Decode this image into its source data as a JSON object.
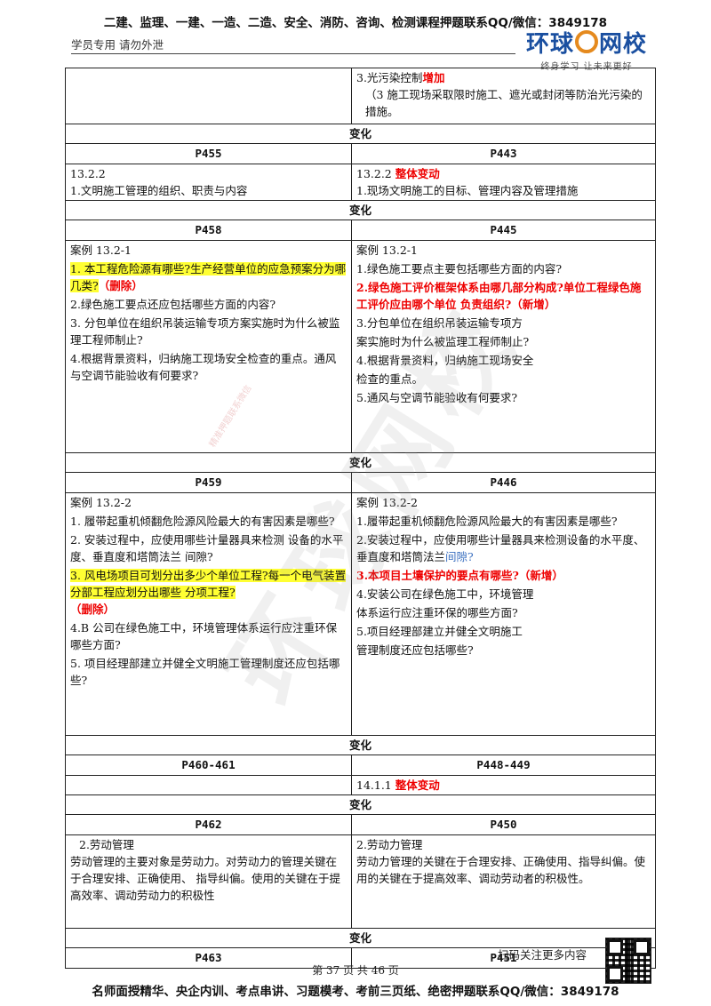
{
  "top_banner": "二建、监理、一建、一造、二造、安全、消防、咨询、检测课程押题联系QQ/微信：3849178",
  "subheader": "学员专用 请勿外泄",
  "logo": {
    "text_a": "环球",
    "text_b": "网校",
    "slogan": "终身学习 让未来更好"
  },
  "watermark": {
    "big": "环球网校",
    "small": "精准押题联系微信"
  },
  "row0": {
    "right_title": "3.光污染控制",
    "right_tag": "增加",
    "right_body": "（3 施工现场采取限时施工、遮光或封闭等防治光污染的措施。"
  },
  "change_label": "变化",
  "b1": {
    "left_page": "P455",
    "right_page": "P443",
    "left_l1": "13.2.2",
    "left_l2": "1.文明施工管理的组织、职责与内容",
    "right_l1": "13.2.2",
    "right_tag": "整体变动",
    "right_l2": "1.现场文明施工的目标、管理内容及管理措施"
  },
  "b2": {
    "left_page": "P458",
    "right_page": "P445",
    "left_case": "案例 13.2-1",
    "left_q1": "1. 本工程危险源有哪些?生产经营单位的应急预案分为哪几类?",
    "left_q1_tag": "（删除）",
    "left_q2": "2.绿色施工要点还应包括哪些方面的内容?",
    "left_q3": "3. 分包单位在组织吊装运输专项方案实施时为什么被监理工程师制止?",
    "left_q4": "4.根据背景资料，归纳施工现场安全检查的重点。通风与空调节能验收有何要求?",
    "right_case": "案例 13.2-1",
    "right_q1": "1.绿色施工要点主要包括哪些方面的内容?",
    "right_q2": "2.绿色施工评价框架体系由哪几部分构成?单位工程绿色施工评价应由哪个单位 负责组织?",
    "right_q2_tag": "（新增）",
    "right_q3a": "3.分包单位在组织吊装运输专项方",
    "right_q3b": "案实施时为什么被监理工程师制止?",
    "right_q4a": "4.根据背景资料，归纳施工现场安全",
    "right_q4b": "检查的重点。",
    "right_q5": "5.通风与空调节能验收有何要求?"
  },
  "b3": {
    "left_page": "P459",
    "right_page": "P446",
    "left_case": "案例 13.2-2",
    "left_q1": "1. 履带起重机倾翻危险源风险最大的有害因素是哪些?",
    "left_q2": "2. 安装过程中，应使用哪些计量器具来检测 设备的水平度、垂直度和塔筒法兰 间隙?",
    "left_q3": "3. 风电场项目可划分出多少个单位工程?每一个电气装置分部工程应划分出哪些 分项工程?",
    "left_q3_tag": "（删除）",
    "left_q4": "4.B 公司在绿色施工中，环境管理体系运行应注重环保哪些方面?",
    "left_q5": "5. 项目经理部建立并健全文明施工管理制度还应包括哪些?",
    "right_case": "案例 13.2-2",
    "right_q1": "1.履带起重机倾翻危险源风险最大的有害因素是哪些?",
    "right_q2a": "2.安装过程中，应使用哪些计量器具来检测设备的水平度、垂直度和塔筒法兰",
    "right_q2b": "间隙?",
    "right_q3": "3.本项目土壤保护的要点有哪些?（新增）",
    "right_q4a": "4.安装公司在绿色施工中，环境管理",
    "right_q4b": "体系运行应注重环保的哪些方面?",
    "right_q5a": "5.项目经理部建立并健全文明施工",
    "right_q5b": "管理制度还应包括哪些?"
  },
  "b4": {
    "left_page": "P460-461",
    "right_page": "P448-449",
    "right_l1": "14.1.1",
    "right_tag": "整体变动"
  },
  "b5": {
    "left_page": "P462",
    "right_page": "P450",
    "left_title": "2.劳动管理",
    "left_body": "劳动管理的主要对象是劳动力。对劳动力的管理关键在于合理安排、正确使用、 指导纠偏。使用的关键在于提高效率、调动劳动力的积极性",
    "right_title": "2.劳动力管理",
    "right_body": "劳动力管理的关键在于合理安排、正确使用、指导纠偏。使用的关键在于提高效率、调动劳动者的积极性。"
  },
  "b6": {
    "left_page": "P463",
    "right_page": "P451"
  },
  "footer": {
    "scan_text": "扫码关注更多内容",
    "page_text": "第 37 页 共 46 页",
    "bottom_banner": "名师面授精华、央企内训、考点串讲、习题模考、考前三页纸、绝密押题联系QQ/微信：3849178"
  }
}
